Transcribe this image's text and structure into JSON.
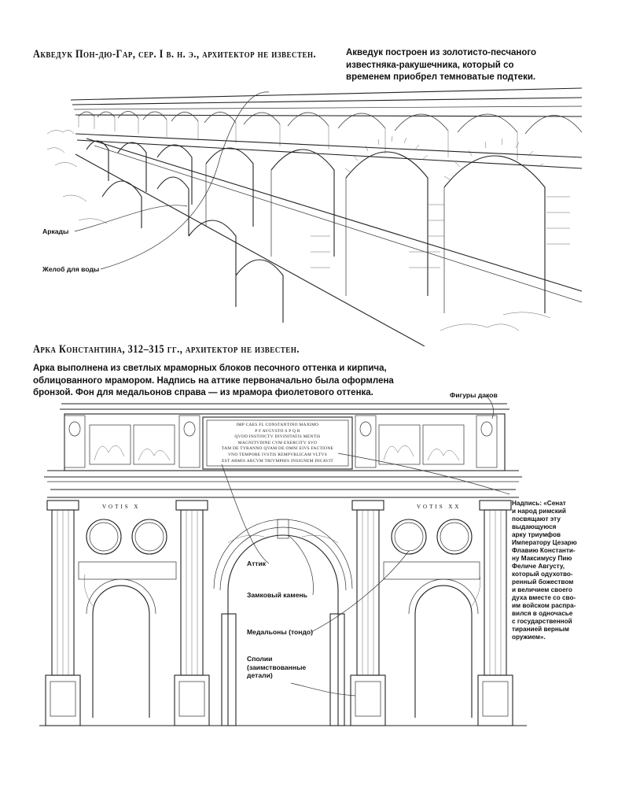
{
  "aqueduct": {
    "title": "Акведук Пон-дю-Гар, сер. I в. н. э., архитектор не известен.",
    "description_lines": [
      "Акведук построен из золотисто-песчаного",
      "известняка-ракушечника, который со",
      "временем приобрел темноватые подтеки."
    ],
    "labels": {
      "arcades": "Аркады",
      "water_channel": "Желоб для воды"
    }
  },
  "arch": {
    "title": "Арка Константина, 312–315 гг., архитектор не известен.",
    "description_lines": [
      "Арка выполнена из светлых мраморных блоков песочного оттенка и кирпича,",
      "облицованного мрамором. Надпись на аттике первоначально была оформлена",
      "бронзой. Фон для медальонов справа — из мрамора фиолетового оттенка."
    ],
    "labels": {
      "dacian_figures": "Фигуры даков",
      "attic": "Аттик",
      "keystone": "Замковый камень",
      "medallions": "Медальоны (тондо)",
      "spolia_lines": [
        "Сполии",
        "(заимствованные",
        "детали)"
      ]
    },
    "inscription_note_lines": [
      "Надпись: «Сенат",
      "и народ римский",
      "посвящают эту",
      "выдающуюся",
      "арку триумфов",
      "Императору Цезарю",
      "Флавию Константи-",
      "ну Максимусу Пию",
      "Феличе Августу,",
      "который одухотво-",
      "ренный божеством",
      "и величием своего",
      "духа вместе со сво-",
      "им войском распра-",
      "вился в одночасье",
      "с государственной",
      "тиранией верным",
      "оружием»."
    ],
    "attic_inscription_lines": [
      "IMP CAES FL CONSTANTINO MAXIMO",
      "P F AVGVSTO S P Q R",
      "QVOD INSTINCTV DIVINITATIS MENTIS",
      "MAGNITVDINE CVM EXERCITV SVO",
      "TAM DE TYRANNO QVAM DE OMNI EIVS FACTIONE",
      "VNO TEMPORE IVSTIS REMPVBLICAM VLTVS",
      "EST ARMIS ARCVM TRIVMPHIS INSIGNEM DICAVIT"
    ],
    "votis_left": "VOTIS X",
    "votis_right": "VOTIS XX"
  }
}
